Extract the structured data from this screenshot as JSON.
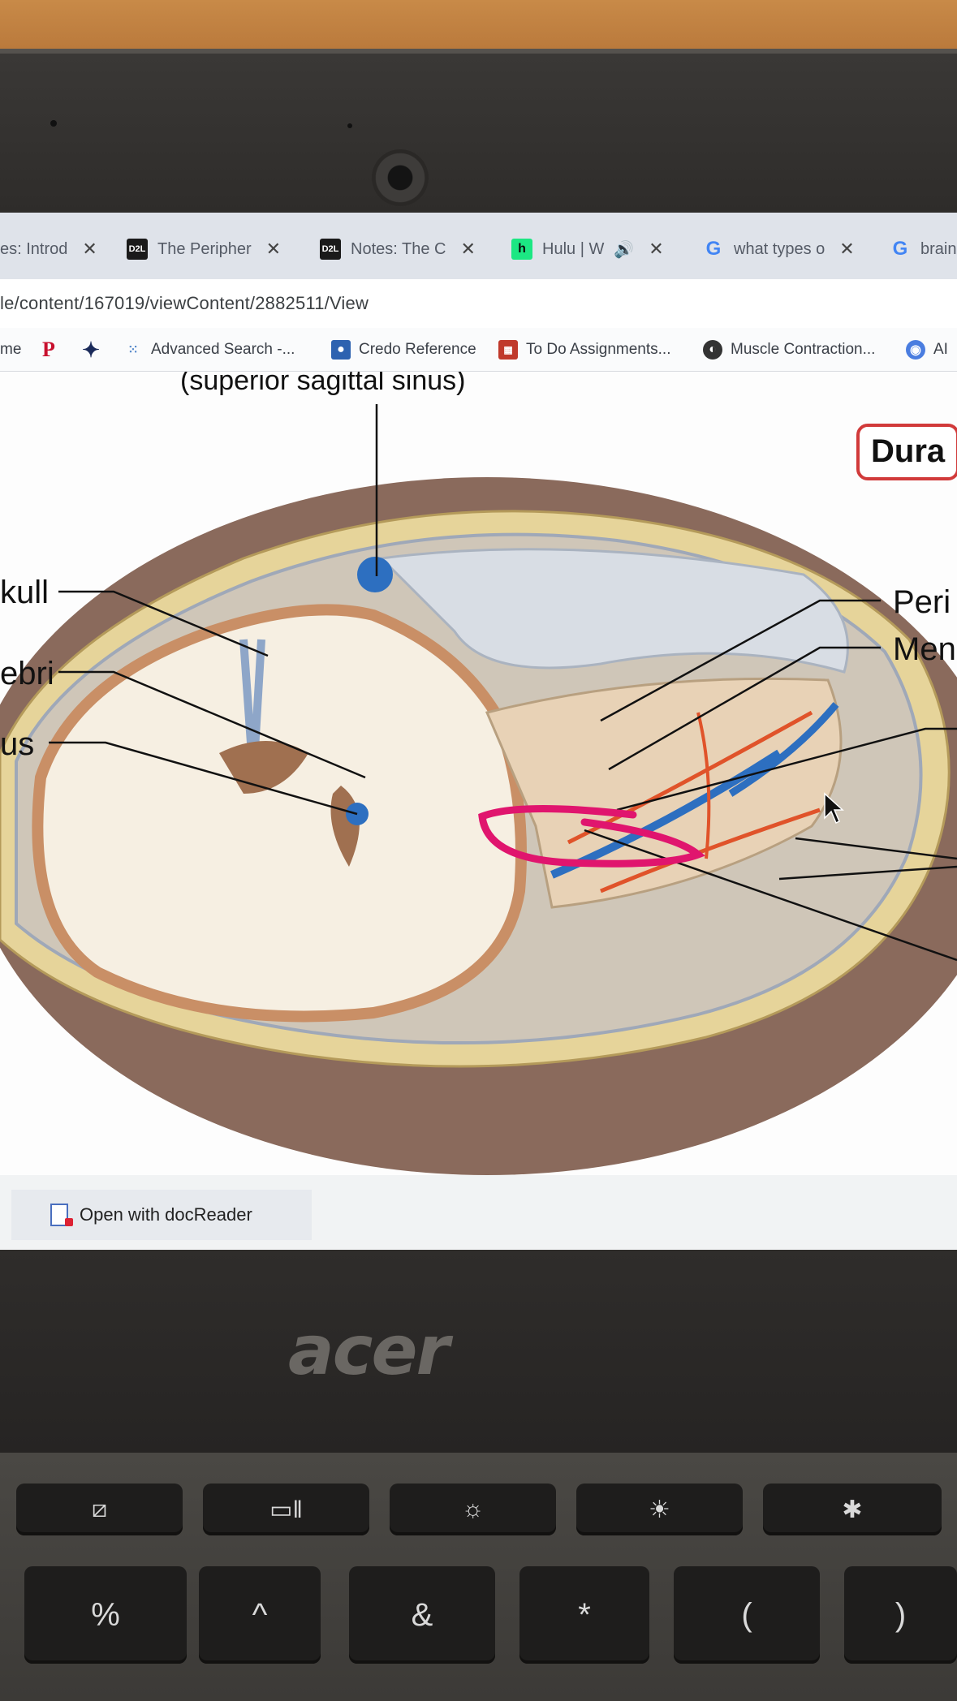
{
  "tabs": [
    {
      "title": "es: Introd",
      "favicon": "d2l-icon"
    },
    {
      "title": "The Peripher",
      "favicon": "d2l-icon"
    },
    {
      "title": "Notes: The C",
      "favicon": "d2l-icon"
    },
    {
      "title": "Hulu | W",
      "favicon": "hulu-icon",
      "audio": true
    },
    {
      "title": "what types o",
      "favicon": "google-icon"
    },
    {
      "title": "brain",
      "favicon": "google-icon"
    }
  ],
  "favicon_text": {
    "d2l": "D2L",
    "hulu": "h",
    "google": "G"
  },
  "address": {
    "url": "le/content/167019/viewContent/2882511/View"
  },
  "bookmarks": [
    {
      "label": "me",
      "icon": ""
    },
    {
      "label": "",
      "icon": "pearson-icon"
    },
    {
      "label": "",
      "icon": "app-icon"
    },
    {
      "label": "Advanced Search -...",
      "icon": "search-icon"
    },
    {
      "label": "Credo Reference",
      "icon": "credo-icon"
    },
    {
      "label": "To Do Assignments...",
      "icon": "calendar-icon"
    },
    {
      "label": "Muscle Contraction...",
      "icon": "globe-icon"
    },
    {
      "label": "AI",
      "icon": "ai-icon"
    }
  ],
  "figure": {
    "top_caption": "(superior sagittal sinus)",
    "box_label": "Dura",
    "left_labels": [
      "kull",
      "ebri",
      "us"
    ],
    "right_labels": [
      "Peri",
      "Men"
    ]
  },
  "docreader": {
    "label": "Open with docReader"
  },
  "laptop": {
    "brand": "acer"
  },
  "keys": {
    "fn_row": [
      "⧄",
      "▭ǁ",
      "☼",
      "☀",
      "✱"
    ],
    "num_row": [
      "%",
      "^",
      "&",
      "*",
      "(",
      ")"
    ]
  },
  "colors": {
    "dura_box": "#d13a3a",
    "highlight": "#e0156e",
    "vein": "#2d6fc0",
    "artery": "#e0532a"
  }
}
